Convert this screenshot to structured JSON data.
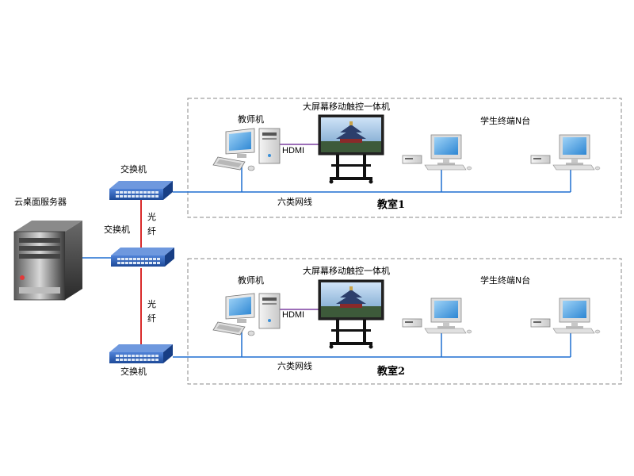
{
  "colors": {
    "network_line": "#1f6fd1",
    "fiber_line": "#d92b2b",
    "hdmi_line": "#7b3fa0",
    "switch_body": "#2e5fb5",
    "room_border": "#8a8a8a"
  },
  "server": {
    "label": "云桌面服务器",
    "icon": "tower-server-icon"
  },
  "switches": {
    "top_label": "交换机",
    "middle_label": "交换机",
    "bottom_label": "交换机"
  },
  "fiber": {
    "upper_label_1": "光",
    "upper_label_2": "纤",
    "lower_label_1": "光",
    "lower_label_2": "纤"
  },
  "classrooms": [
    {
      "name": "教室1",
      "teacher_label": "教师机",
      "screen_label": "大屏幕移动触控一体机",
      "hdmi_label": "HDMI",
      "students_label": "学生终端N台",
      "cable_label": "六类网线"
    },
    {
      "name": "教室2",
      "teacher_label": "教师机",
      "screen_label": "大屏幕移动触控一体机",
      "hdmi_label": "HDMI",
      "students_label": "学生终端N台",
      "cable_label": "六类网线"
    }
  ]
}
